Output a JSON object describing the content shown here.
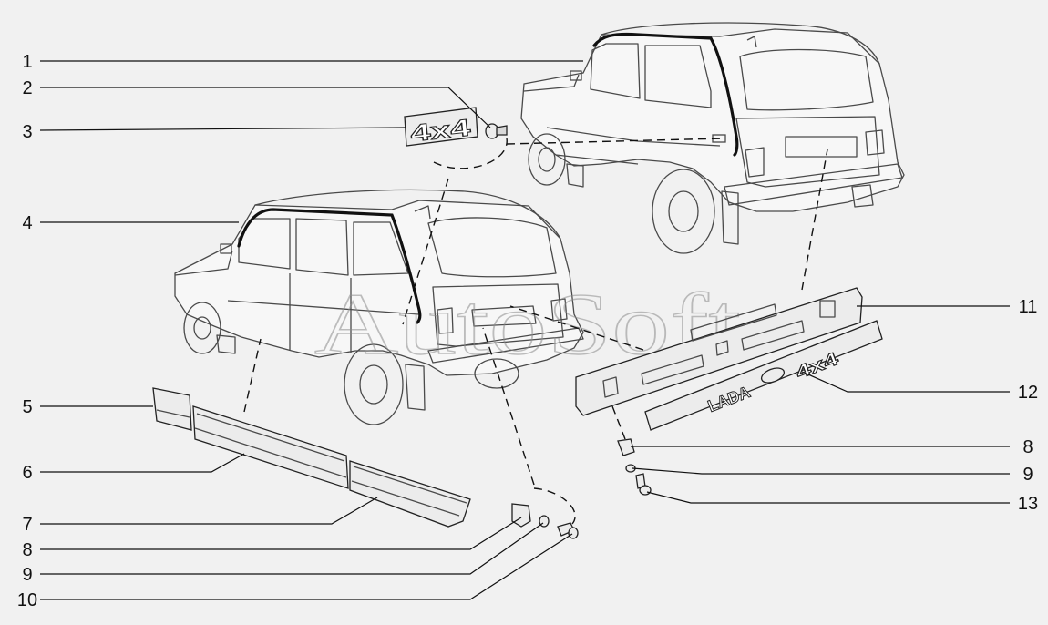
{
  "watermark": "AutoSoft",
  "emblems": {
    "badge_4x4": "4x4",
    "lada_text": "LADA",
    "strip_4x4": "4x4"
  },
  "callouts": [
    {
      "id": "c1",
      "label": "1"
    },
    {
      "id": "c2",
      "label": "2"
    },
    {
      "id": "c3",
      "label": "3"
    },
    {
      "id": "c4",
      "label": "4"
    },
    {
      "id": "c5",
      "label": "5"
    },
    {
      "id": "c6",
      "label": "6"
    },
    {
      "id": "c7",
      "label": "7"
    },
    {
      "id": "c8a",
      "label": "8"
    },
    {
      "id": "c9a",
      "label": "9"
    },
    {
      "id": "c10",
      "label": "10"
    },
    {
      "id": "c11",
      "label": "11"
    },
    {
      "id": "c12",
      "label": "12"
    },
    {
      "id": "c8b",
      "label": "8"
    },
    {
      "id": "c9b",
      "label": "9"
    },
    {
      "id": "c13",
      "label": "13"
    }
  ]
}
